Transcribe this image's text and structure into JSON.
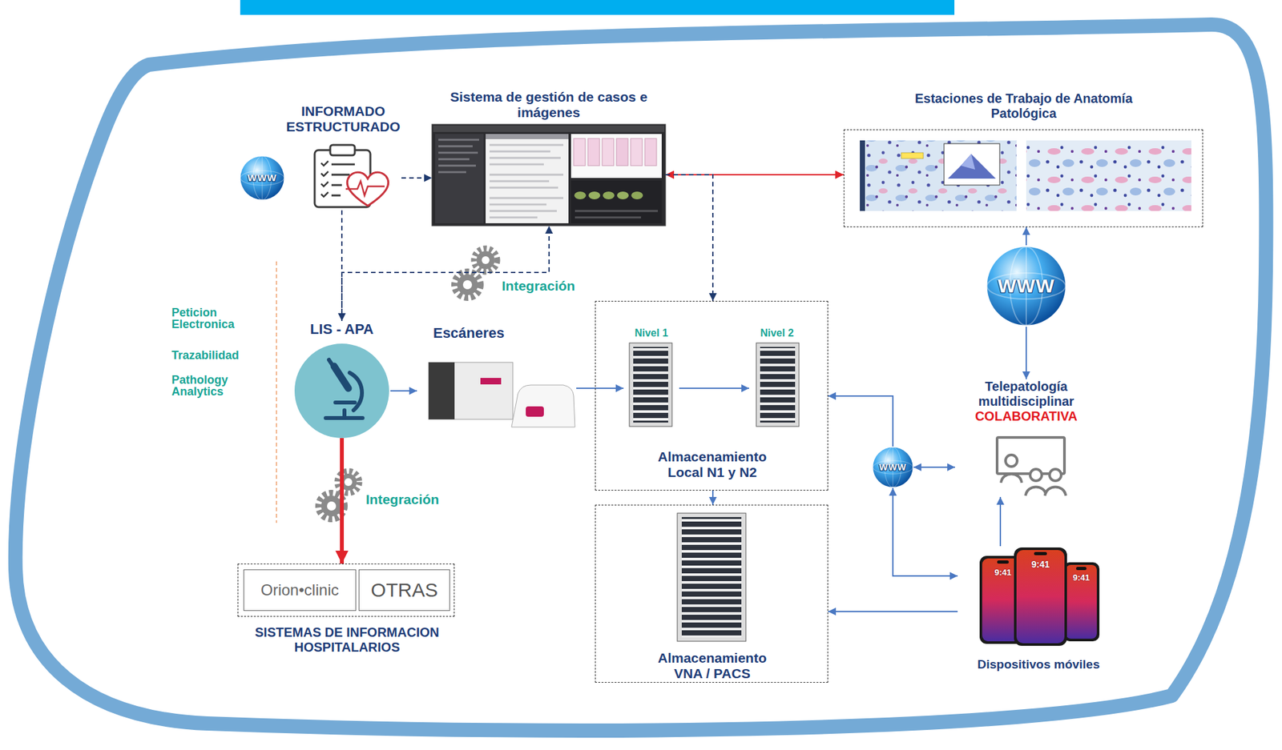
{
  "diagram": {
    "nodes": [
      {
        "text": [
          "WWW"
        ]
      },
      {
        "text": [
          "INFORMADO ESTRUCTURADO"
        ]
      },
      {
        "text": [
          "Sistema de gestión de casos e imágenes"
        ]
      },
      {
        "text": [
          "Estaciones de Trabajo de Anatomía Patológica"
        ]
      },
      {
        "text": [
          "WWW"
        ]
      },
      {
        "text": [
          "LIS - APA"
        ]
      },
      {
        "text": [
          "Escáneres"
        ]
      },
      {
        "text": [
          "Almacenamiento Local N1 y N2"
        ]
      },
      {
        "text": [
          "Nivel 1"
        ],
        "in": 7
      },
      {
        "text": [
          "Nivel 2"
        ],
        "in": 7
      },
      {
        "text": [
          "WWW"
        ]
      },
      {
        "text": [
          "Telepatología multidisciplinar",
          "COLABORATIVA"
        ]
      },
      {
        "text": [
          "SISTEMAS DE INFORMACION HOSPITALARIOS"
        ]
      },
      {
        "text": [
          "Orion•clinic"
        ],
        "in": 12
      },
      {
        "text": [
          "OTRAS"
        ],
        "in": 12
      },
      {
        "text": [
          "Almacenamiento VNA / PACS"
        ]
      },
      {
        "text": [
          "Dispositivos móviles"
        ]
      }
    ],
    "edges": [
      {
        "from": 1,
        "to": 2,
        "arrow": "to"
      },
      {
        "from": 1,
        "to": 5,
        "arrow": "to"
      },
      {
        "from": 5,
        "to": 2,
        "arrow": "to"
      },
      {
        "from": 2,
        "to": 3,
        "arrow": "both"
      },
      {
        "from": 2,
        "to": 7,
        "arrow": "to"
      },
      {
        "from": 4,
        "to": 3,
        "arrow": "to"
      },
      {
        "from": 4,
        "to": 11,
        "arrow": "to"
      },
      {
        "from": 5,
        "to": 6,
        "arrow": "to"
      },
      {
        "from": 6,
        "to": 8,
        "arrow": "to"
      },
      {
        "from": 8,
        "to": 9,
        "arrow": "to"
      },
      {
        "from": 5,
        "to": 12,
        "arrow": "to"
      },
      {
        "from": 7,
        "to": 15,
        "arrow": "to"
      },
      {
        "from": 10,
        "to": 7,
        "arrow": "to"
      },
      {
        "from": 10,
        "to": 11,
        "arrow": "both"
      },
      {
        "from": 10,
        "to": 16,
        "arrow": "both"
      },
      {
        "from": 16,
        "to": 11,
        "arrow": "to"
      },
      {
        "from": 16,
        "to": 15,
        "arrow": "to"
      }
    ],
    "labels": [
      "Integración",
      "Integración",
      "Peticion Electronica",
      "Trazabilidad",
      "Pathology Analytics",
      "9:41",
      "9:41",
      "9:41"
    ]
  }
}
